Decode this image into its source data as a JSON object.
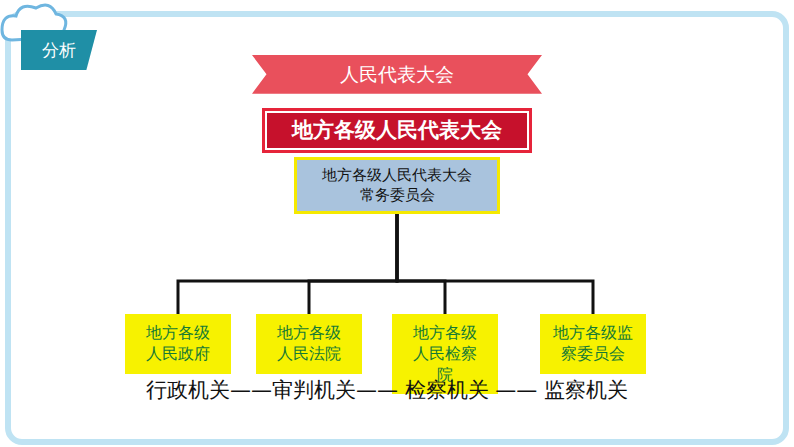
{
  "diagram": {
    "nodes": [
      {
        "text": [
          "分析"
        ]
      },
      {
        "text": [
          "人民代表大会"
        ]
      },
      {
        "text": [
          "地方各级人民代表大会"
        ]
      },
      {
        "text": [
          "地方各级人民代表大会常务委员会"
        ]
      },
      {
        "text": [
          "地方各级人民政府"
        ]
      },
      {
        "text": [
          "地方各级人民法院"
        ]
      },
      {
        "text": [
          "地方各级人民检察院"
        ]
      },
      {
        "text": [
          "地方各级监察委员会"
        ]
      }
    ],
    "edges": [
      {
        "from": 3,
        "to": 4,
        "arrow": "none"
      },
      {
        "from": 3,
        "to": 5,
        "arrow": "none"
      },
      {
        "from": 3,
        "to": 6,
        "arrow": "none"
      },
      {
        "from": 3,
        "to": 7,
        "arrow": "none"
      }
    ],
    "labels": [
      "行政机关——审判机关—— 检察机关 —— 监察机关"
    ]
  }
}
